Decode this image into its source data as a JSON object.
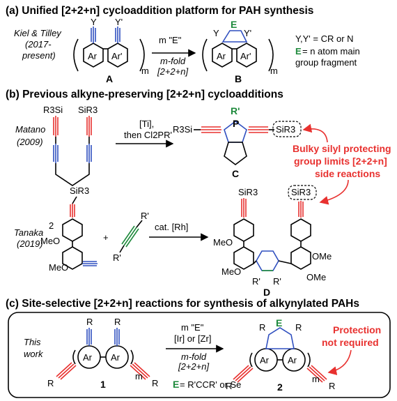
{
  "sections": {
    "a_title": "(a) Unified [2+2+n] cycloaddition platform for PAH synthesis",
    "b_title": "(b) Previous alkyne-preserving [2+2+n] cycloadditions",
    "c_title": "(c) Site-selective [2+2+n] reactions for synthesis of alkynylated PAHs"
  },
  "a": {
    "author_line1": "Kiel & Tilley",
    "author_line2": "(2017-",
    "author_line3": "present)",
    "reagent": "m \"E\"",
    "cond1": "m-fold",
    "cond2": "[2+2+n]",
    "labelA": "A",
    "labelB": "B",
    "ar": "Ar",
    "arp": "Ar'",
    "Y": "Y",
    "Yp": "Y'",
    "E": "E",
    "m": "m",
    "note1": "Y,Y' = CR or N",
    "note2_E": "E",
    "note2": " = n atom main",
    "note3": "group fragment"
  },
  "b": {
    "matano1": "Matano",
    "matano2": "(2009)",
    "r3si": "R3Si",
    "sir3": "SiR3",
    "ti1": "[Ti],",
    "ti2": "then Cl2PR'",
    "pr": "R'",
    "p": "P",
    "labelC": "C",
    "bulky1": "Bulky silyl protecting",
    "bulky2": "group limits [2+2+n]",
    "bulky3": "side reactions",
    "tanaka1": "Tanaka",
    "tanaka2": "(2019)",
    "two": "2",
    "plus": "+",
    "rh": "cat. [Rh]",
    "rp": "R'",
    "meo": "MeO",
    "ome": "OMe",
    "labelD": "D"
  },
  "c": {
    "this1": "This",
    "this2": "work",
    "r": "R",
    "ar": "Ar",
    "reagent": "m \"E\"",
    "cat": "[Ir] or [Zr]",
    "cond1": "m-fold",
    "cond2": "[2+2+n]",
    "Elabel": "E",
    "Edef": " = R'CCR' or Se",
    "label1": "1",
    "label2": "2",
    "m": "m",
    "prot1": "Protection",
    "prot2": "not required"
  }
}
